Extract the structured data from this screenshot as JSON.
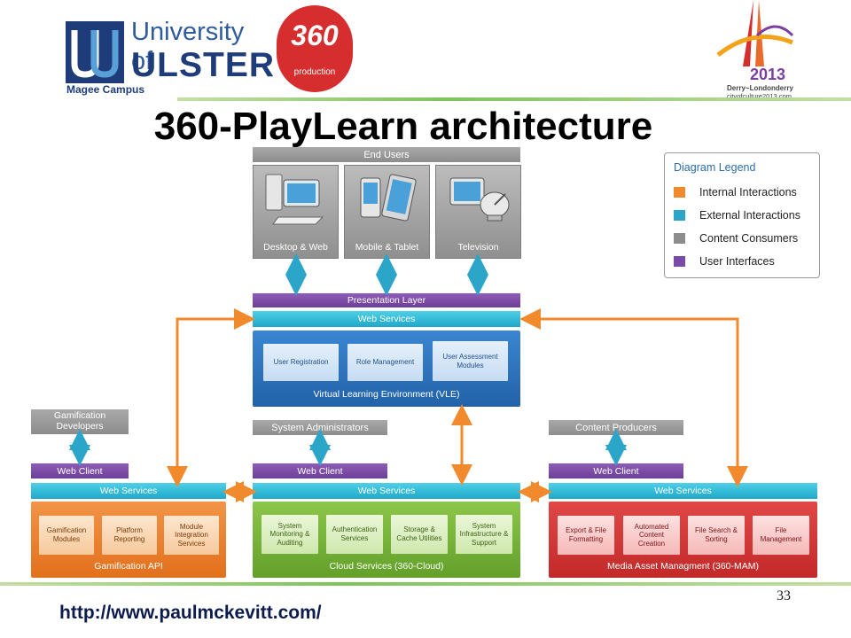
{
  "header": {
    "university_line1": "University of",
    "university_line2": "ULSTER",
    "campus": "Magee Campus",
    "badge_number": "360",
    "badge_text": "production",
    "city_year": "2013",
    "city_name": "Derry~Londonderry",
    "city_url": "cityofculture2013.com"
  },
  "title": "360-PlayLearn architecture",
  "end_users": {
    "header": "End Users",
    "devices": [
      {
        "label": "Desktop & Web",
        "icon": "desktop-computer-icon"
      },
      {
        "label": "Mobile & Tablet",
        "icon": "mobile-tablet-icon"
      },
      {
        "label": "Television",
        "icon": "television-satellite-icon"
      }
    ]
  },
  "vle": {
    "presentation_layer": "Presentation Layer",
    "web_services": "Web Services",
    "modules": [
      "User Registration",
      "Role Management",
      "User Assessment Modules"
    ],
    "label": "Virtual Learning Environment (VLE)"
  },
  "gamification": {
    "producers": "Gamification Developers",
    "web_client": "Web Client",
    "web_services": "Web Services",
    "modules": [
      "Gamification Modules",
      "Platform Reporting",
      "Module Integration Services"
    ],
    "label": "Gamification API"
  },
  "cloud": {
    "producers": "System Administrators",
    "web_client": "Web Client",
    "web_services": "Web Services",
    "modules": [
      "System Monitoring & Auditing",
      "Authentication Services",
      "Storage & Cache Utilities",
      "System Infrastructure & Support"
    ],
    "label": "Cloud Services (360-Cloud)"
  },
  "mam": {
    "producers": "Content Producers",
    "web_client": "Web Client",
    "web_services": "Web Services",
    "modules": [
      "Export & File Formatting",
      "Automated Content Creation",
      "File Search & Sorting",
      "File Management"
    ],
    "label": "Media Asset Managment (360-MAM)"
  },
  "legend": {
    "title": "Diagram Legend",
    "items": [
      {
        "label": "Internal Interactions",
        "color": "#f08a2c"
      },
      {
        "label": "External Interactions",
        "color": "#2ba5c8"
      },
      {
        "label": "Content Consumers",
        "color": "#8d8d8d"
      },
      {
        "label": "User Interfaces",
        "color": "#7a4aa8"
      }
    ]
  },
  "colors": {
    "orange_arrow": "#f08a2c",
    "teal_arrow": "#2ba5c8",
    "vle_blue": "#2f78c4",
    "gamification_orange": "#ea7b25",
    "cloud_green": "#7cb83a",
    "mam_red": "#d43a3a",
    "university_blue": "#1f3c7a",
    "badge_red": "#d62e2e"
  },
  "footer": {
    "url": "http://www.paulmckevitt.com/",
    "page_number": "33"
  }
}
